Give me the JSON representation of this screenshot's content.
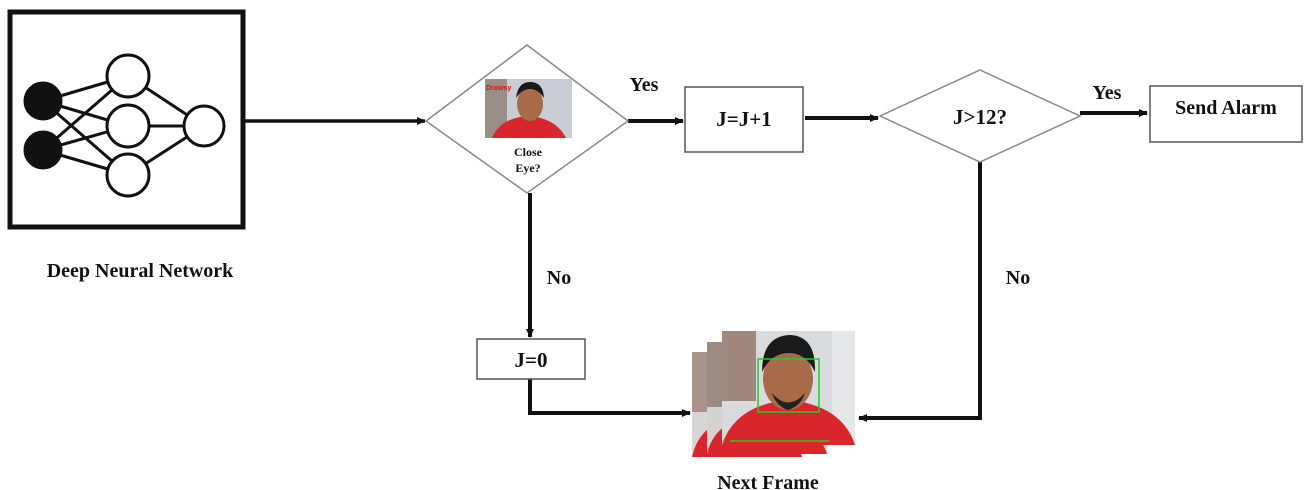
{
  "caption_network": "Deep Neural Network",
  "decision_close_eye": {
    "line1": "Close",
    "line2": "Eye?",
    "overlay_text": "Drowsy"
  },
  "decision_j_gt_12": "J>12?",
  "process_increment": "J=J+1",
  "process_reset": "J=0",
  "action_alarm": "Send Alarm",
  "caption_next_frame": "Next Frame",
  "edge_yes_1": "Yes",
  "edge_yes_2": "Yes",
  "edge_no_1": "No",
  "edge_no_2": "No",
  "colors": {
    "line": "#111111",
    "box_border": "#555555",
    "diamond_border": "#888888",
    "face_box": "#22cc22",
    "shirt": "#d9262c",
    "skin": "#a86b4a"
  }
}
